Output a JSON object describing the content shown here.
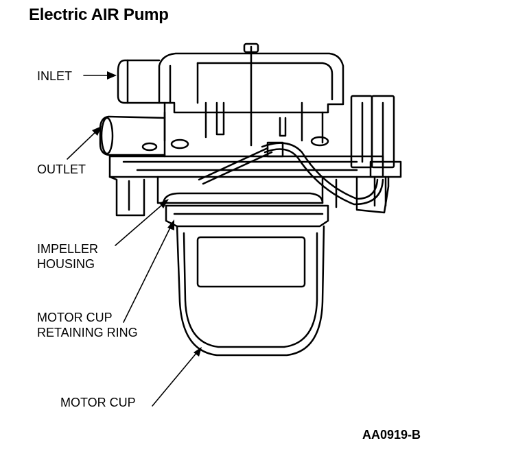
{
  "title": "Electric AIR Pump",
  "labels": {
    "inlet": "INLET",
    "outlet": "OUTLET",
    "impeller_housing": [
      "IMPELLER",
      "HOUSING"
    ],
    "motor_cup_retaining_ring": [
      "MOTOR CUP",
      "RETAINING RING"
    ],
    "motor_cup": "MOTOR CUP"
  },
  "figure_id": "AA0919-B"
}
